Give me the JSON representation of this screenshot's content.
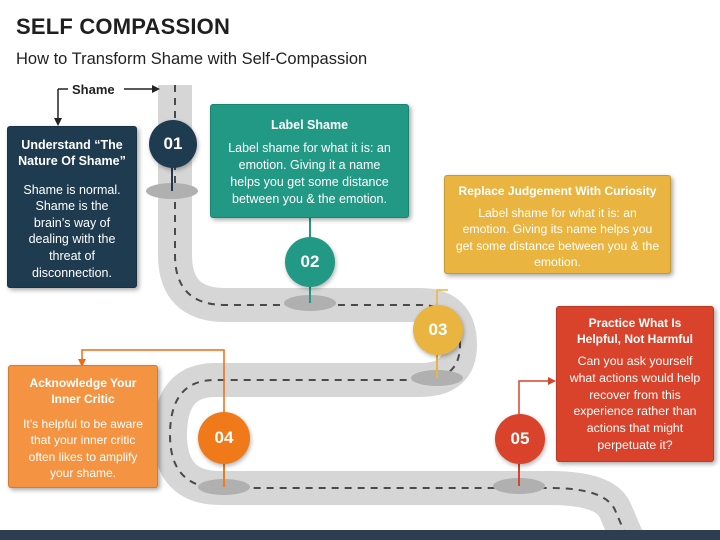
{
  "header": {
    "title": "SELF COMPASSION",
    "subtitle": "How to Transform Shame with Self-Compassion"
  },
  "start_label": "Shame",
  "steps": [
    {
      "number": "01",
      "heading": "Understand “The Nature Of Shame”",
      "body": "Shame is normal. Shame is the brain’s way of dealing with the threat of disconnection.",
      "color": "#1f3b4f"
    },
    {
      "number": "02",
      "heading": "Label Shame",
      "body": "Label shame for what it is: an emotion. Giving it a name helps you get some distance between you & the emotion.",
      "color": "#229985"
    },
    {
      "number": "03",
      "heading": "Replace Judgement With Curiosity",
      "body": "Label shame for what it is: an emotion. Giving its name helps you get some distance between you & the emotion.",
      "color": "#e9b43f"
    },
    {
      "number": "04",
      "heading": "Acknowledge Your Inner Critic",
      "body": "It’s helpful to be aware that your inner critic often likes to amplify your shame.",
      "color": "#f07a1a"
    },
    {
      "number": "05",
      "heading": "Practice What Is Helpful, Not Harmful",
      "body": "Can you ask yourself what actions would help recover from this experience rather than actions that might perpetuate it?",
      "color": "#d9432b"
    }
  ]
}
